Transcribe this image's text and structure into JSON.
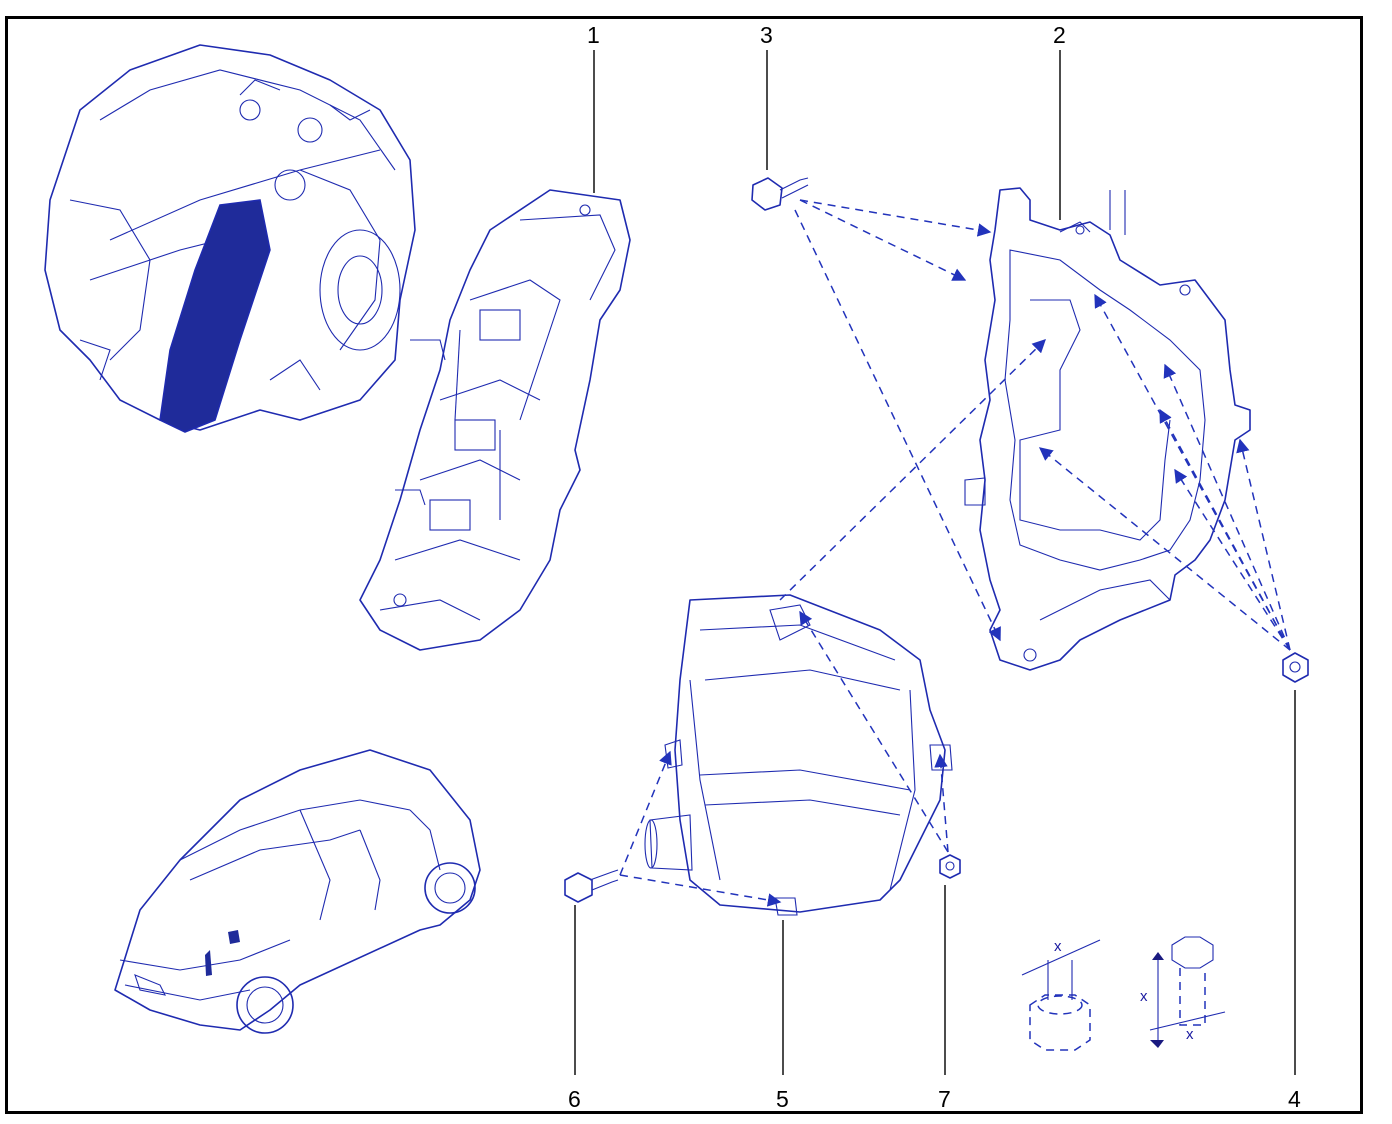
{
  "callouts": {
    "c1": "1",
    "c2": "2",
    "c3": "3",
    "c4": "4",
    "c5": "5",
    "c6": "6",
    "c7": "7"
  },
  "dimension_marks": {
    "nut_x": "x",
    "bolt_x_length": "x",
    "bolt_x_diameter": "x"
  },
  "colors": {
    "line_art": "#1f2bb0",
    "callout_text": "#000000",
    "frame": "#000000"
  }
}
